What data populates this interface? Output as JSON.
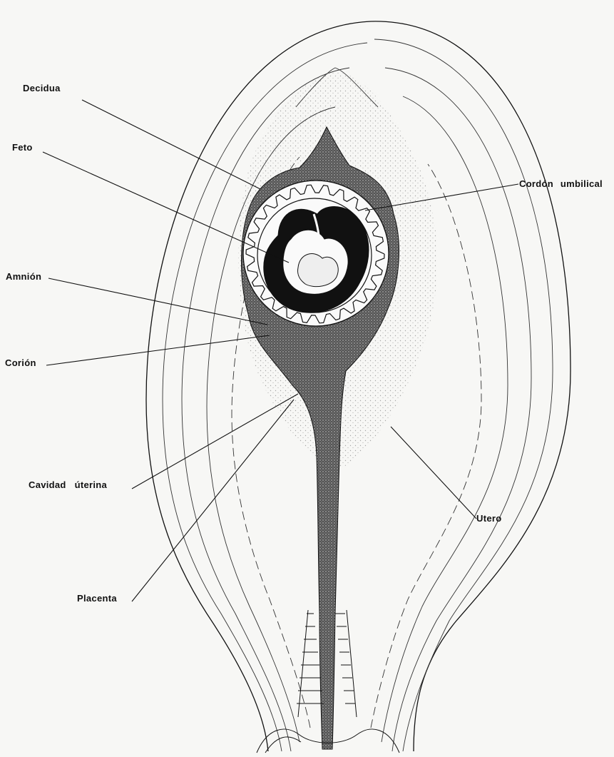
{
  "labels": {
    "decidua": "Decidua",
    "feto": "Feto",
    "amnion": "Amnión",
    "corion": "Corión",
    "cavidad_uterina": "Cavidad úterina",
    "placenta": "Placenta",
    "cordon_umbilical": "Cordón umbilical",
    "utero": "Utero"
  },
  "colors": {
    "ink": "#111111",
    "paper": "#f7f7f5",
    "stipple": "#8c8c8c"
  }
}
